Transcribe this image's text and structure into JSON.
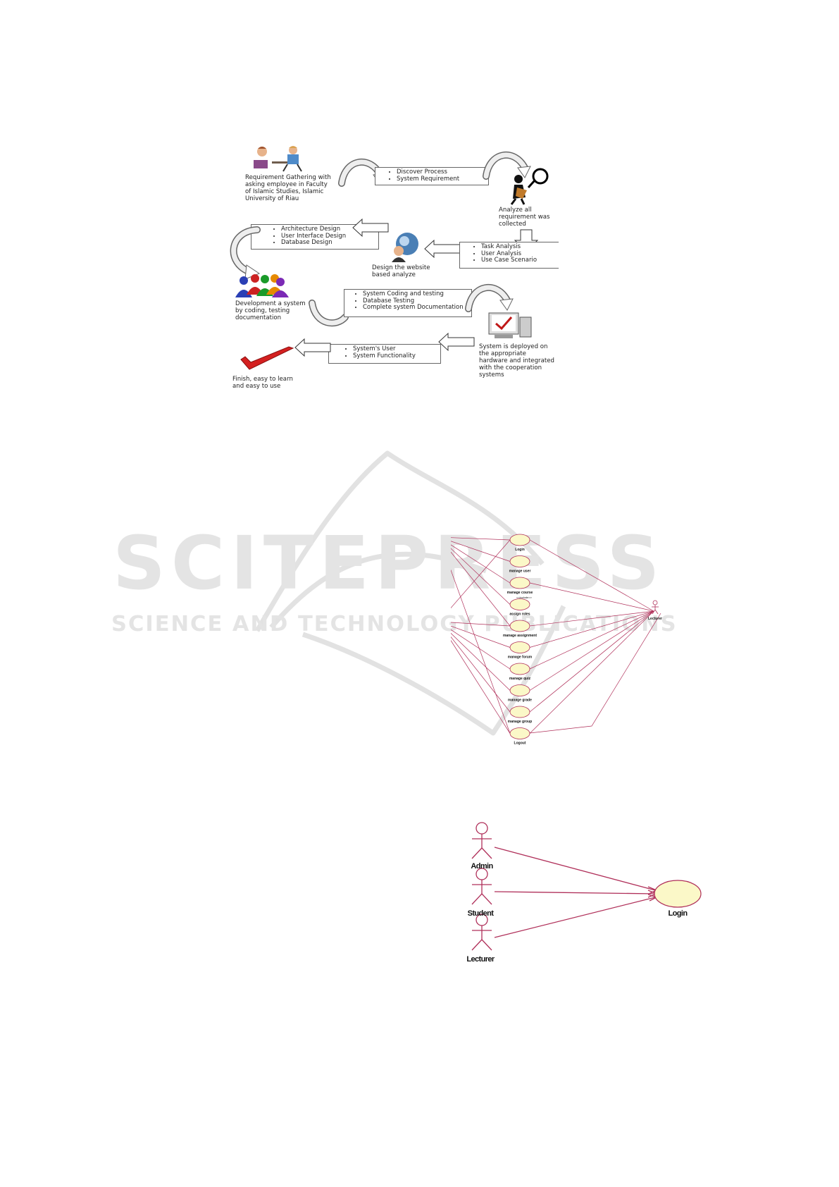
{
  "watermark": {
    "main": "SCITEPRESS",
    "sub": "SCIENCE AND TECHNOLOGY PUBLICATIONS"
  },
  "process_figure": {
    "step1_caption": "Requirement Gathering with asking employee in Faculty of Islamic Studies, Islamic University of Riau",
    "box1_items": [
      "Discover Process",
      "System Requirement"
    ],
    "step2_caption": "Analyze all requirement was collected",
    "box2_items": [
      "Architecture Design",
      "User Interface Design",
      "Database Design"
    ],
    "box3_items": [
      "Task Analysis",
      "User Analysis",
      "Use Case Scenario"
    ],
    "step3_caption": "Design the website based analyze",
    "step4_caption": "Development a system by coding, testing documentation",
    "box4_items": [
      "System Coding and testing",
      "Database Testing",
      "Complete system Documentation"
    ],
    "step5_caption": "System is deployed on the appropriate hardware and integrated with the cooperation systems",
    "box5_items": [
      "System's User",
      "System Functionality"
    ],
    "step6_caption": "Finish, easy to learn and easy to use"
  },
  "usecase_full": {
    "actors": [
      "Admin",
      "Student",
      "Lecturer"
    ],
    "usecases": [
      "Login",
      "manage user",
      "manage course",
      "assign roles",
      "manage assignment",
      "manage forum",
      "manage quiz",
      "manage grade",
      "manage group",
      "Logout"
    ],
    "include_label": "<<include>>"
  },
  "usecase_login": {
    "actors": [
      "Admin",
      "Student",
      "Lecturer"
    ],
    "usecase": "Login"
  },
  "colors": {
    "uml_line": "#b0305a",
    "usecase_fill": "#fbf8c8",
    "watermark": "#e4e4e4"
  }
}
